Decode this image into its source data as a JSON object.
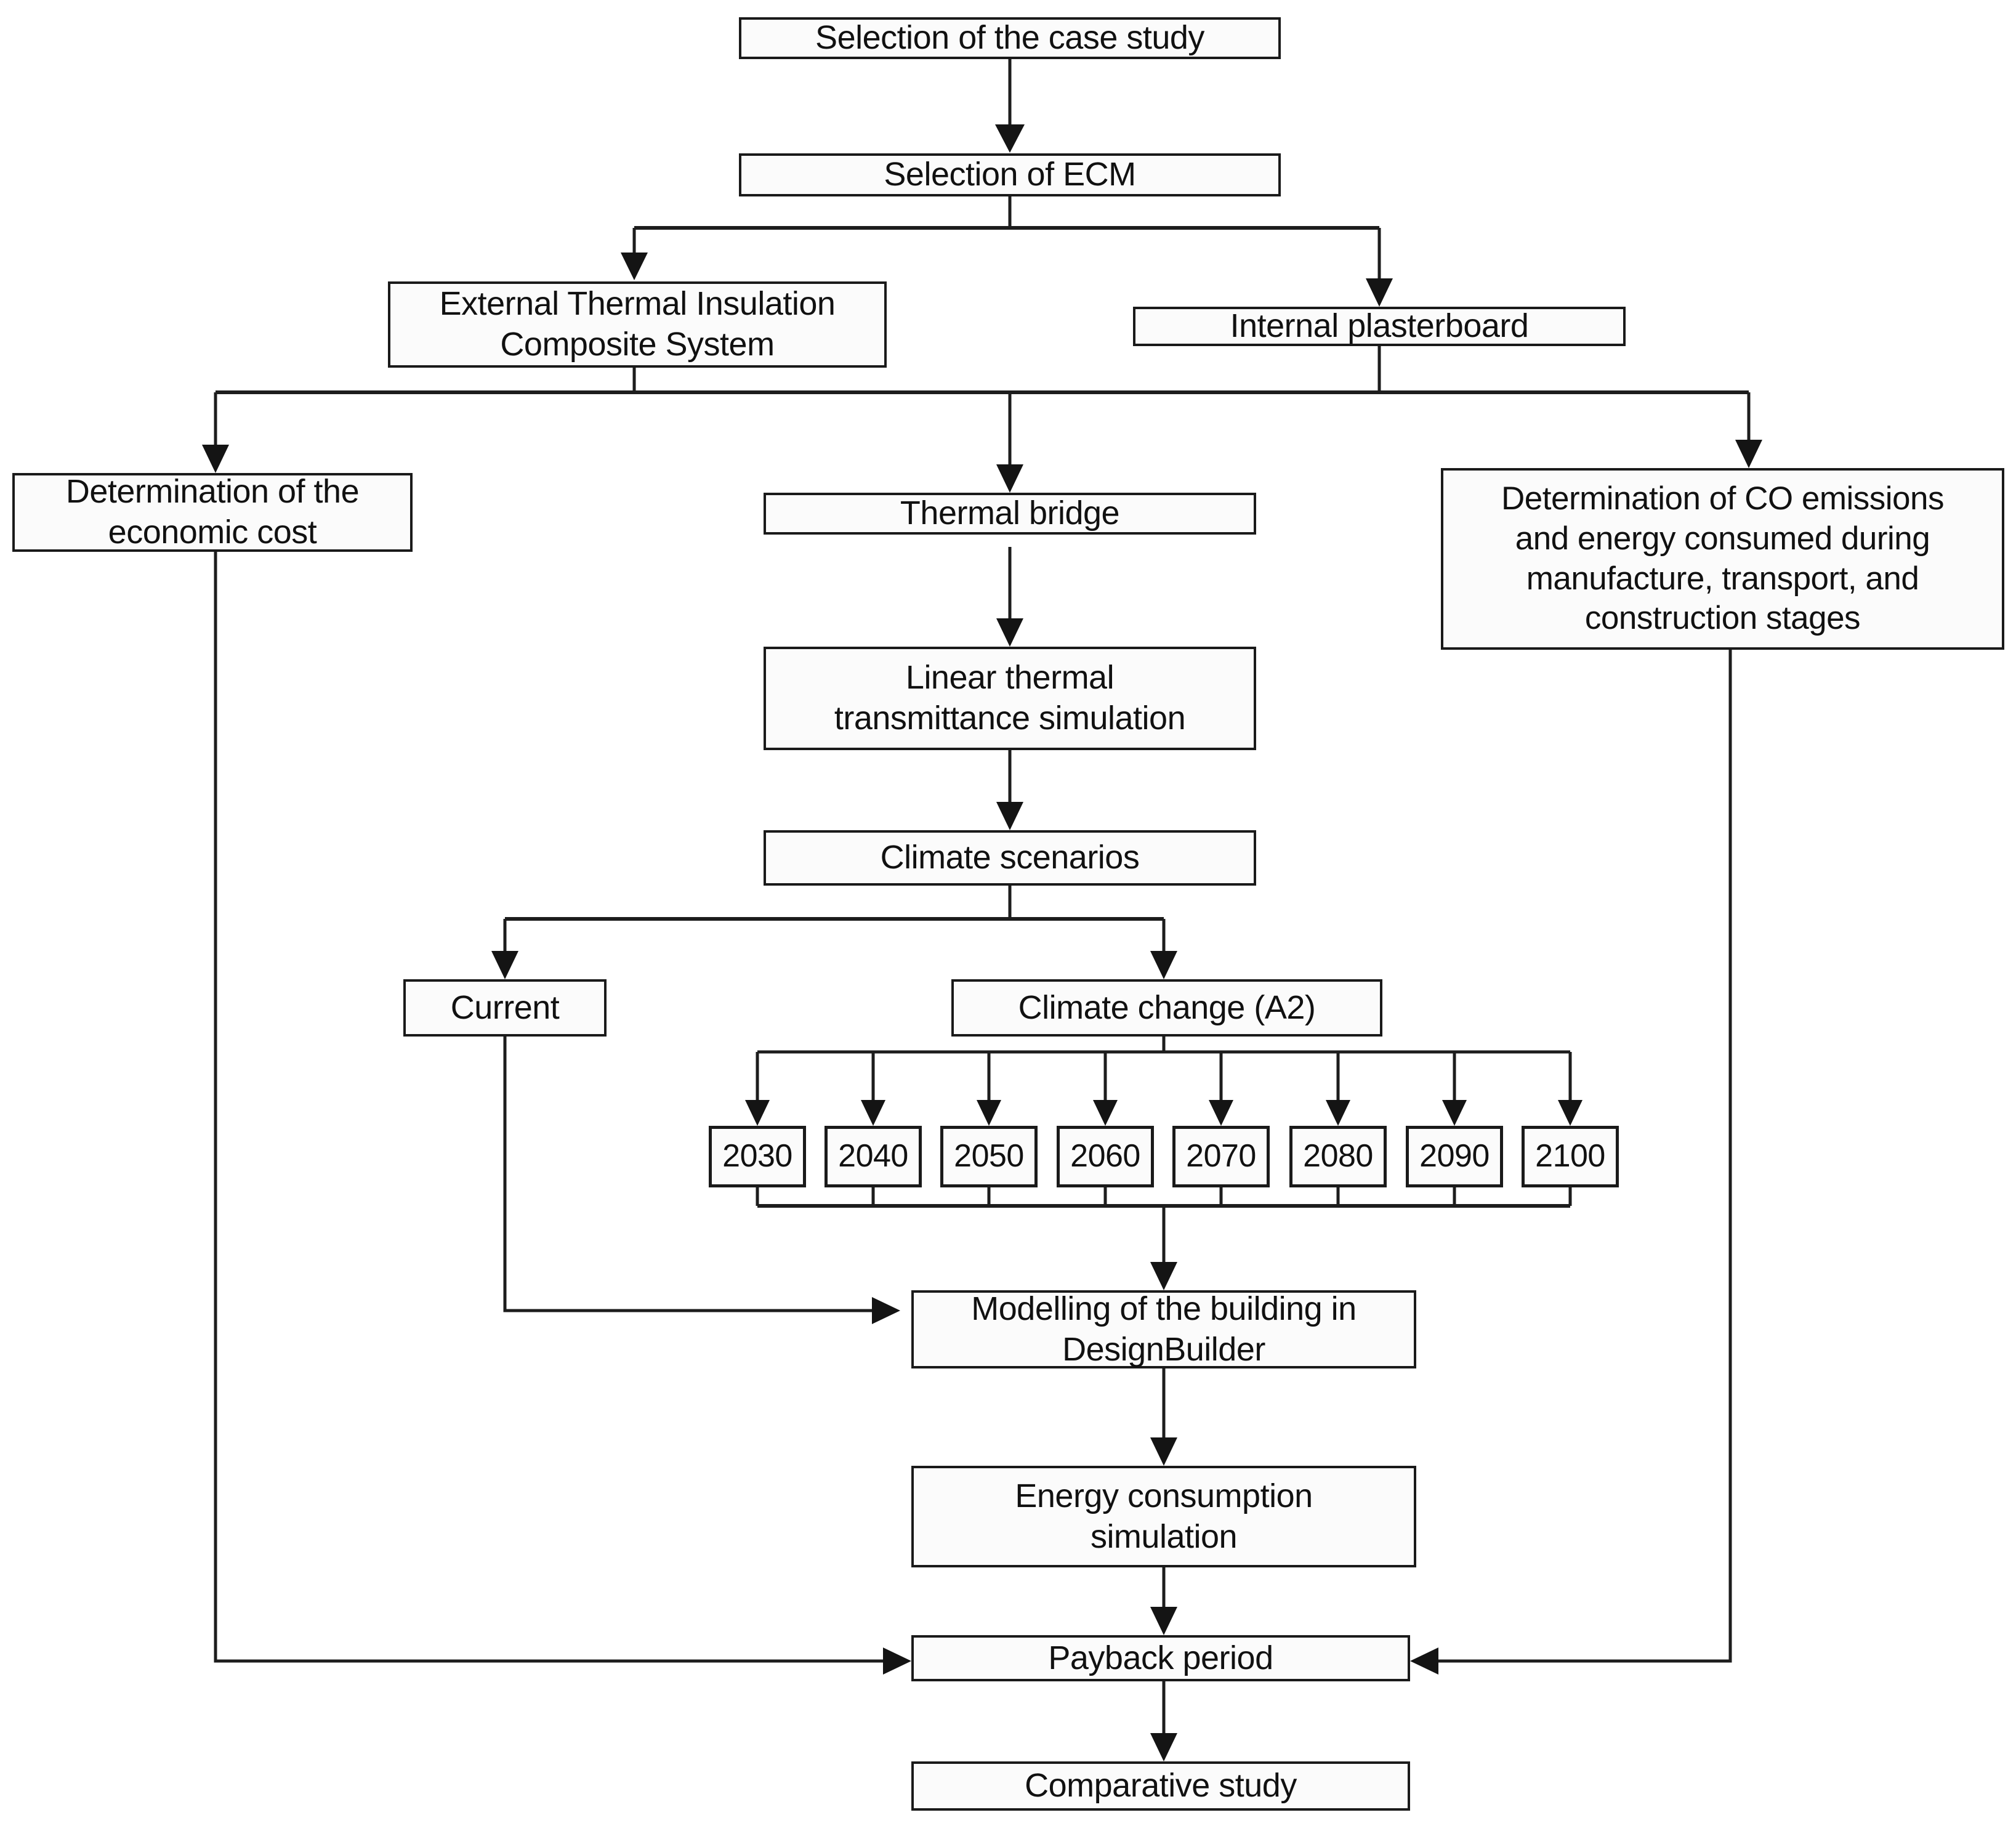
{
  "diagram": {
    "title": "Research methodology flowchart",
    "colors": {
      "box_border": "#1a1a1a",
      "box_fill": "#fbfbfb",
      "line": "#1d1d1d",
      "text": "#111111",
      "background": "#ffffff"
    },
    "nodes": {
      "case_study": "Selection of the case study",
      "ecm": "Selection of ECM",
      "etics": "External Thermal Insulation\nComposite System",
      "plasterboard": "Internal plasterboard",
      "economic_cost": "Determination of the\neconomic cost",
      "thermal_bridge": "Thermal bridge",
      "co_emissions": "Determination of CO emissions\nand energy consumed during\nmanufacture, transport, and\nconstruction stages",
      "linear_transmittance": "Linear thermal\ntransmittance simulation",
      "climate_scenarios": "Climate scenarios",
      "current": "Current",
      "climate_change": "Climate change (A2)",
      "modelling": "Modelling of the building in\nDesignBuilder",
      "energy_simulation": "Energy consumption\nsimulation",
      "payback": "Payback period",
      "comparative": "Comparative study"
    },
    "years": [
      "2030",
      "2040",
      "2050",
      "2060",
      "2070",
      "2080",
      "2090",
      "2100"
    ]
  }
}
